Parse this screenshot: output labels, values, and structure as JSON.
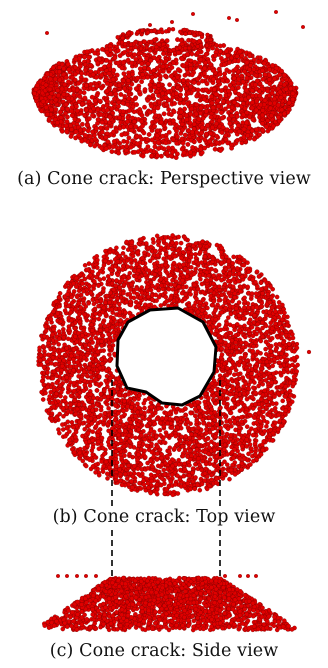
{
  "figure": {
    "particle_color": "#e00000",
    "outline_color": "#000000",
    "panels": [
      {
        "view": "perspective",
        "caption": "(a) Cone crack: Perspective view"
      },
      {
        "view": "top",
        "caption": "(b) Cone crack: Top view"
      },
      {
        "view": "side",
        "caption": "(c) Cone crack: Side view"
      }
    ]
  }
}
